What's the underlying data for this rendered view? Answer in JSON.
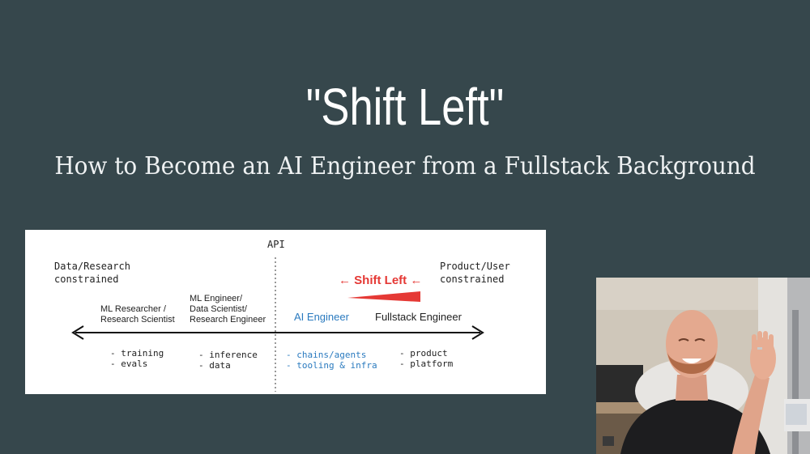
{
  "slide": {
    "title": "\"Shift Left\"",
    "subtitle": "How to Become an AI Engineer from a Fullstack Background"
  },
  "diagram": {
    "api_label": "API",
    "left_header_line1": "Data/Research",
    "left_header_line2": "constrained",
    "right_header_line1": "Product/User",
    "right_header_line2": "constrained",
    "shift_left_label": "← Shift Left ←",
    "roles": {
      "ml_researcher_line1": "ML Researcher /",
      "ml_researcher_line2": "Research Scientist",
      "ml_engineer_line1": "ML Engineer/",
      "ml_engineer_line2": "Data Scientist/",
      "ml_engineer_line3": "Research Engineer",
      "ai_engineer": "AI Engineer",
      "fullstack_engineer": "Fullstack Engineer"
    },
    "notes": {
      "researcher_1": "- training",
      "researcher_2": "- evals",
      "ml_eng_1": "- inference",
      "ml_eng_2": "- data",
      "ai_eng_1": "- chains/agents",
      "ai_eng_2": "- tooling & infra",
      "fullstack_1": "- product",
      "fullstack_2": "- platform"
    },
    "colors": {
      "shift_red": "#e53935",
      "ai_blue": "#2a7abf"
    }
  },
  "webcam": {
    "icon": "presenter-webcam-icon"
  }
}
